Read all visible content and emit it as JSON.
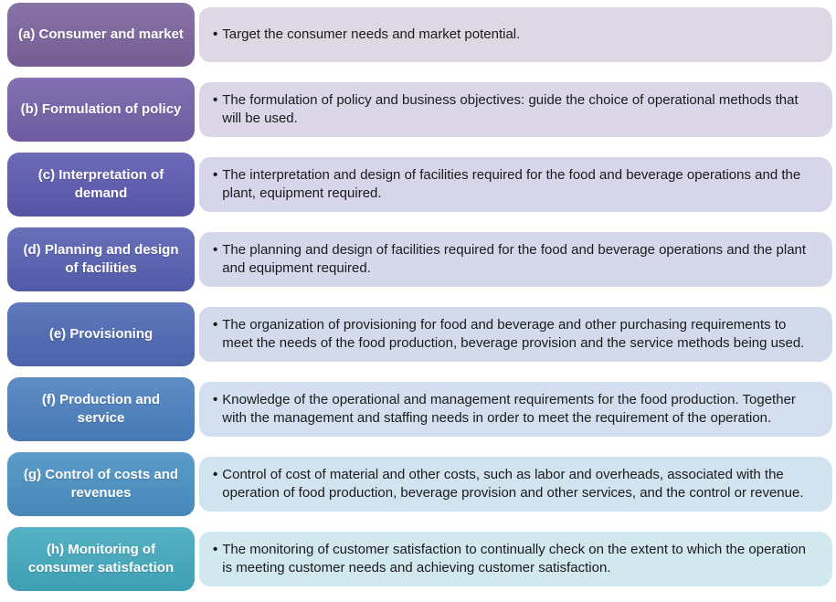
{
  "diagram": {
    "bullet_char": "•",
    "text_color": "#1a1a1a",
    "label_text_color": "#ffffff",
    "rows": [
      {
        "label": "(a) Consumer and market",
        "description": "Target the consumer needs and market potential.",
        "accent_color": "#7C639C",
        "tint_color": "#DED8E5"
      },
      {
        "label": "(b) Formulation of policy",
        "description": "The formulation of policy and business objectives: guide the choice of operational methods that will be used.",
        "accent_color": "#7361A9",
        "tint_color": "#DBD6E8"
      },
      {
        "label": "(c) Interpretation of demand",
        "description": "The interpretation and design of facilities required for the food and beverage operations and the plant, equipment required.",
        "accent_color": "#5C59B0",
        "tint_color": "#D7D5EA"
      },
      {
        "label": "(d) Planning and design of facilities",
        "description": "The planning and design of facilities required for the food and beverage operations and the plant and equipment required.",
        "accent_color": "#5760B2",
        "tint_color": "#D5D7EB"
      },
      {
        "label": "(e) Provisioning",
        "description": "The organization of provisioning for food and beverage and other purchasing requirements to meet the needs of the food production, beverage provision and the service methods being used.",
        "accent_color": "#4E69B4",
        "tint_color": "#D3DAEC"
      },
      {
        "label": "(f) Production and service",
        "description": "Knowledge of the operational and management requirements for the food production. Together with the management and staffing needs in order to meet the requirement of the operation.",
        "accent_color": "#4C80BF",
        "tint_color": "#D3DFEF"
      },
      {
        "label": "(g) Control of costs and revenues",
        "description": "Control of cost of material and other costs, such as labor and overheads, associated with the operation of food production, beverage provision and other services, and the control or revenue.",
        "accent_color": "#4A90C4",
        "tint_color": "#D2E3F0"
      },
      {
        "label": "(h) Monitoring of consumer satisfaction",
        "description": "The monitoring of customer satisfaction to continually check on the extent to which the operation is meeting customer needs and achieving customer satisfaction.",
        "accent_color": "#43A9BE",
        "tint_color": "#D1E8EF"
      }
    ]
  }
}
